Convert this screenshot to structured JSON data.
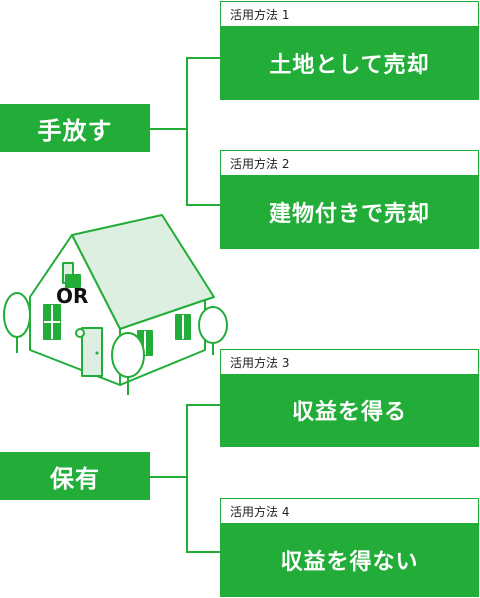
{
  "categories": [
    {
      "label": "手放す"
    },
    {
      "label": "保有"
    }
  ],
  "methods": [
    {
      "tag": "活用方法 1",
      "label": "土地として売却"
    },
    {
      "tag": "活用方法 2",
      "label": "建物付きで売却"
    },
    {
      "tag": "活用方法 3",
      "label": "収益を得る"
    },
    {
      "tag": "活用方法 4",
      "label": "収益を得ない"
    }
  ],
  "center_text": "OR",
  "colors": {
    "accent": "#22ad38",
    "house_roof": "#dcefe1",
    "text": "#222222"
  },
  "icons": [
    "house-icon",
    "tree-icon"
  ]
}
